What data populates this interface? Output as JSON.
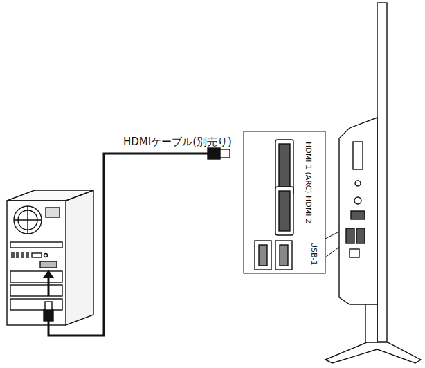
{
  "diagram": {
    "labels": [
      "HDMIケーブル(別売り)",
      "HDMI 1 (ARC)",
      "HDMI 2",
      "USB-1"
    ]
  }
}
